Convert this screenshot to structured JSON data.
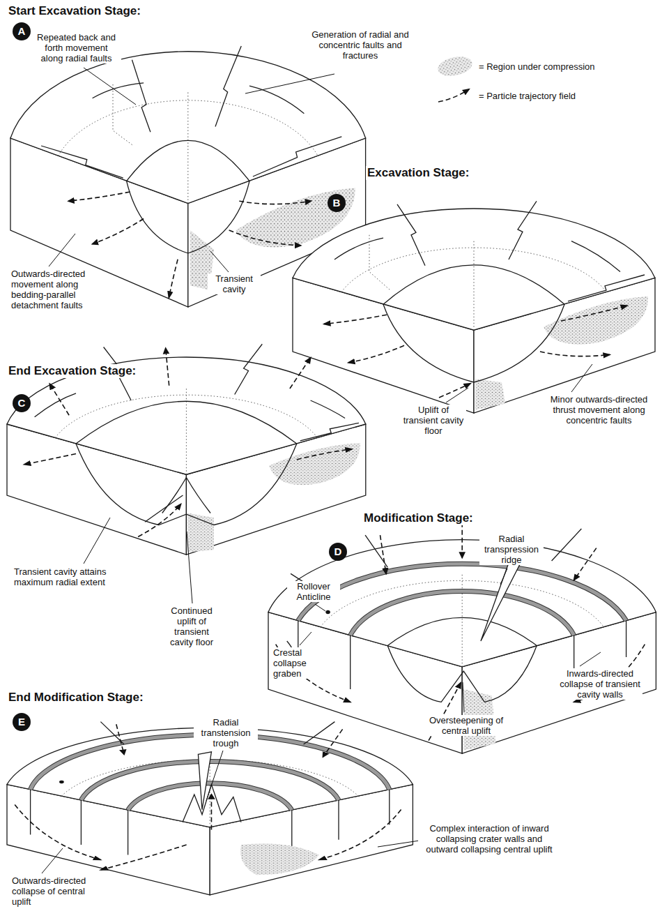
{
  "diagram": {
    "nodes": [
      {
        "text": [
          "A"
        ]
      },
      {
        "text": [
          "B"
        ]
      },
      {
        "text": [
          "C"
        ]
      },
      {
        "text": [
          "D"
        ]
      },
      {
        "text": [
          "E"
        ]
      }
    ],
    "labels": [
      "Start Excavation Stage:",
      "Repeated back and forth movement along radial faults",
      "Generation of radial and concentric faults and fractures",
      "Outwards-directed movement along bedding-parallel detachment faults",
      "Transient cavity",
      "Excavation Stage:",
      "Minor outwards-directed thrust movement along concentric faults",
      "Uplift of transient cavity floor",
      "End Excavation Stage:",
      "Transient cavity attains maximum radial extent",
      "Continued uplift of transient cavity floor",
      "Modification Stage:",
      "Radial transpression ridge",
      "Rollover Anticline",
      "Crestal collapse graben",
      "Inwards-directed collapse of transient cavity walls",
      "Oversteepening of central uplift",
      "End Modification Stage:",
      "Radial transtension trough",
      "Outwards-directed collapse of central uplift",
      "Complex interaction of inward collapsing crater walls and outward collapsing central uplift"
    ],
    "legend": [
      {
        "text": "= Region under compression"
      },
      {
        "text": "= Particle trajectory field"
      }
    ]
  }
}
